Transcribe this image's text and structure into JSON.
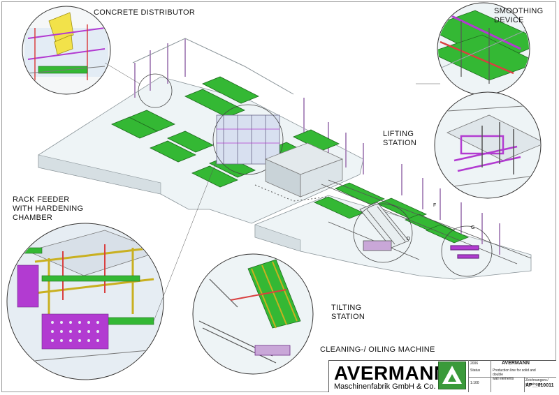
{
  "labels": {
    "concrete_distributor": "CONCRETE DISTRIBUTOR",
    "smoothing_device": "SMOOTHING\nDEVICE",
    "lifting_station": "LIFTING\nSTATION",
    "rack_feeder": "RACK FEEDER\nWITH HARDENING\nCHAMBER",
    "tilting_station": "TILTING\nSTATION",
    "cleaning_oiling": "CLEANING-/ OILING MACHINE"
  },
  "markers": {
    "D": "D",
    "F": "F",
    "G": "G"
  },
  "titleblock": {
    "company": "AVERMANN",
    "company_sub": "Maschinenfabrik GmbH & Co. KG",
    "small_company": "AVERMANN",
    "year": "2006",
    "status": "Status",
    "scale": "1:100",
    "description": "Production line for solid and double\nwall elements",
    "drawing_no_label": "Zeichnungsnr./ drawing no.",
    "drawing_no": "AP__010011"
  },
  "colors": {
    "pallet_green": "#34b834",
    "platform": "#eef4f6",
    "purple": "#b23bd1",
    "yellow": "#f2e24a",
    "steel": "#9aa5aa"
  }
}
